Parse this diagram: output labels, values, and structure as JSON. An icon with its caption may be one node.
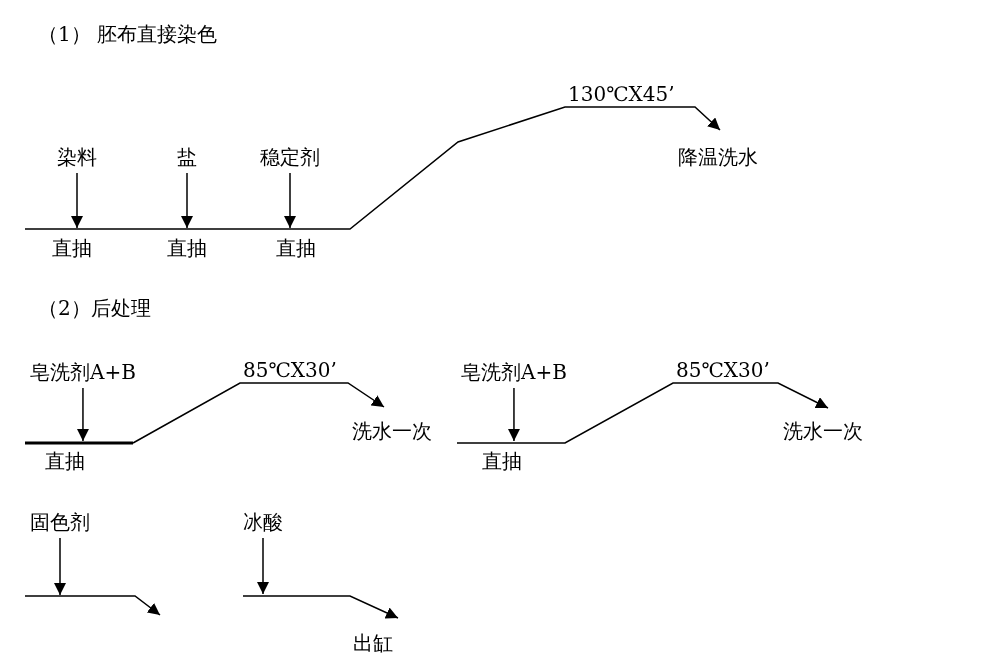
{
  "diagram": {
    "nodes": [
      {
        "text": [
          "染料"
        ]
      },
      {
        "text": [
          "盐"
        ]
      },
      {
        "text": [
          "稳定剂"
        ]
      },
      {
        "text": [
          "降温洗水"
        ]
      },
      {
        "text": [
          "直抽"
        ]
      },
      {
        "text": [
          "直抽"
        ]
      },
      {
        "text": [
          "直抽"
        ]
      },
      {
        "text": [
          "皂洗剂A+B"
        ]
      },
      {
        "text": [
          "洗水一次"
        ]
      },
      {
        "text": [
          "皂洗剂A+B"
        ]
      },
      {
        "text": [
          "洗水一次"
        ]
      },
      {
        "text": [
          "直抽"
        ]
      },
      {
        "text": [
          "直抽"
        ]
      },
      {
        "text": [
          "固色剂"
        ]
      },
      {
        "text": [
          "冰酸"
        ]
      },
      {
        "text": [],
        "shape": "line"
      },
      {
        "text": [
          "出缸"
        ]
      }
    ],
    "edges": [
      {
        "from": 0,
        "to": 4,
        "arrow": "to"
      },
      {
        "from": 1,
        "to": 5,
        "arrow": "to"
      },
      {
        "from": 2,
        "to": 6,
        "arrow": "to"
      },
      {
        "from": null,
        "to": 3,
        "arrow": "to"
      },
      {
        "from": 7,
        "to": 11,
        "arrow": "to"
      },
      {
        "from": null,
        "to": 8,
        "arrow": "to"
      },
      {
        "from": 9,
        "to": 12,
        "arrow": "to"
      },
      {
        "from": null,
        "to": 10,
        "arrow": "to"
      },
      {
        "from": 13,
        "to": 15,
        "arrow": "to"
      },
      {
        "from": 14,
        "to": null,
        "arrow": "to"
      },
      {
        "from": null,
        "to": 16,
        "arrow": "to"
      }
    ],
    "labels": [
      "（1） 胚布直接染色",
      "130℃X45’",
      "（2）后处理",
      "85℃X30’",
      "85℃X30’"
    ]
  }
}
